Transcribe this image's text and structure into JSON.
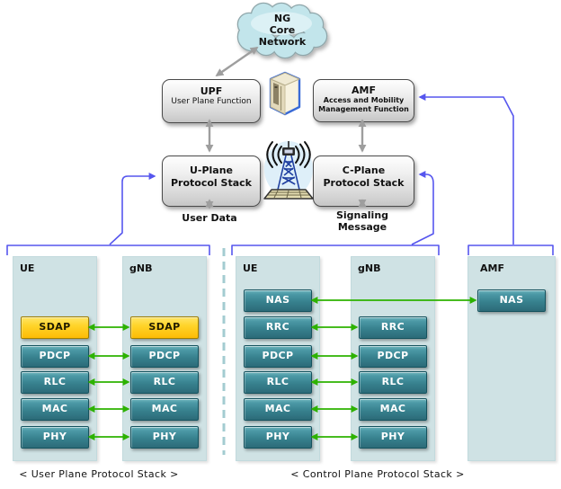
{
  "diagram": {
    "cloud_lines": [
      "NG",
      "Core",
      "Network"
    ],
    "upf": {
      "title": "UPF",
      "subtitle": "User Plane Function"
    },
    "amf": {
      "title": "AMF",
      "subtitle_line1": "Access and Mobility",
      "subtitle_line2": "Management Function"
    },
    "u_plane": {
      "line1": "U-Plane",
      "line2": "Protocol Stack"
    },
    "c_plane": {
      "line1": "C-Plane",
      "line2": "Protocol Stack"
    },
    "user_data_label": "User Data",
    "signaling_lines": [
      "Signaling",
      "Message"
    ],
    "icons": {
      "core_link": "server-cabinet-icon",
      "air_interface": "radio-tower-icon"
    }
  },
  "user_plane_stack": {
    "caption": "< User Plane Protocol Stack >",
    "columns": [
      {
        "header": "UE",
        "layers": [
          "SDAP",
          "PDCP",
          "RLC",
          "MAC",
          "PHY"
        ]
      },
      {
        "header": "gNB",
        "layers": [
          "SDAP",
          "PDCP",
          "RLC",
          "MAC",
          "PHY"
        ]
      }
    ],
    "highlight_layer": "SDAP"
  },
  "control_plane_stack": {
    "caption": "< Control Plane Protocol Stack >",
    "columns": [
      {
        "header": "UE",
        "layers": [
          "NAS",
          "RRC",
          "PDCP",
          "RLC",
          "MAC",
          "PHY"
        ]
      },
      {
        "header": "gNB",
        "layers": [
          "RRC",
          "PDCP",
          "RLC",
          "MAC",
          "PHY"
        ]
      },
      {
        "header": "AMF",
        "layers": [
          "NAS"
        ]
      }
    ]
  },
  "colors": {
    "layer_box_teal": "#37818E",
    "sdap_orange": "#FFC61A",
    "column_bg": "#CFE2E4",
    "green_arrow": "#2DB200",
    "blue_connector": "#5656EE",
    "gray_arrow": "#9E9E9E",
    "cloud_fill": "#C2E5EB"
  }
}
